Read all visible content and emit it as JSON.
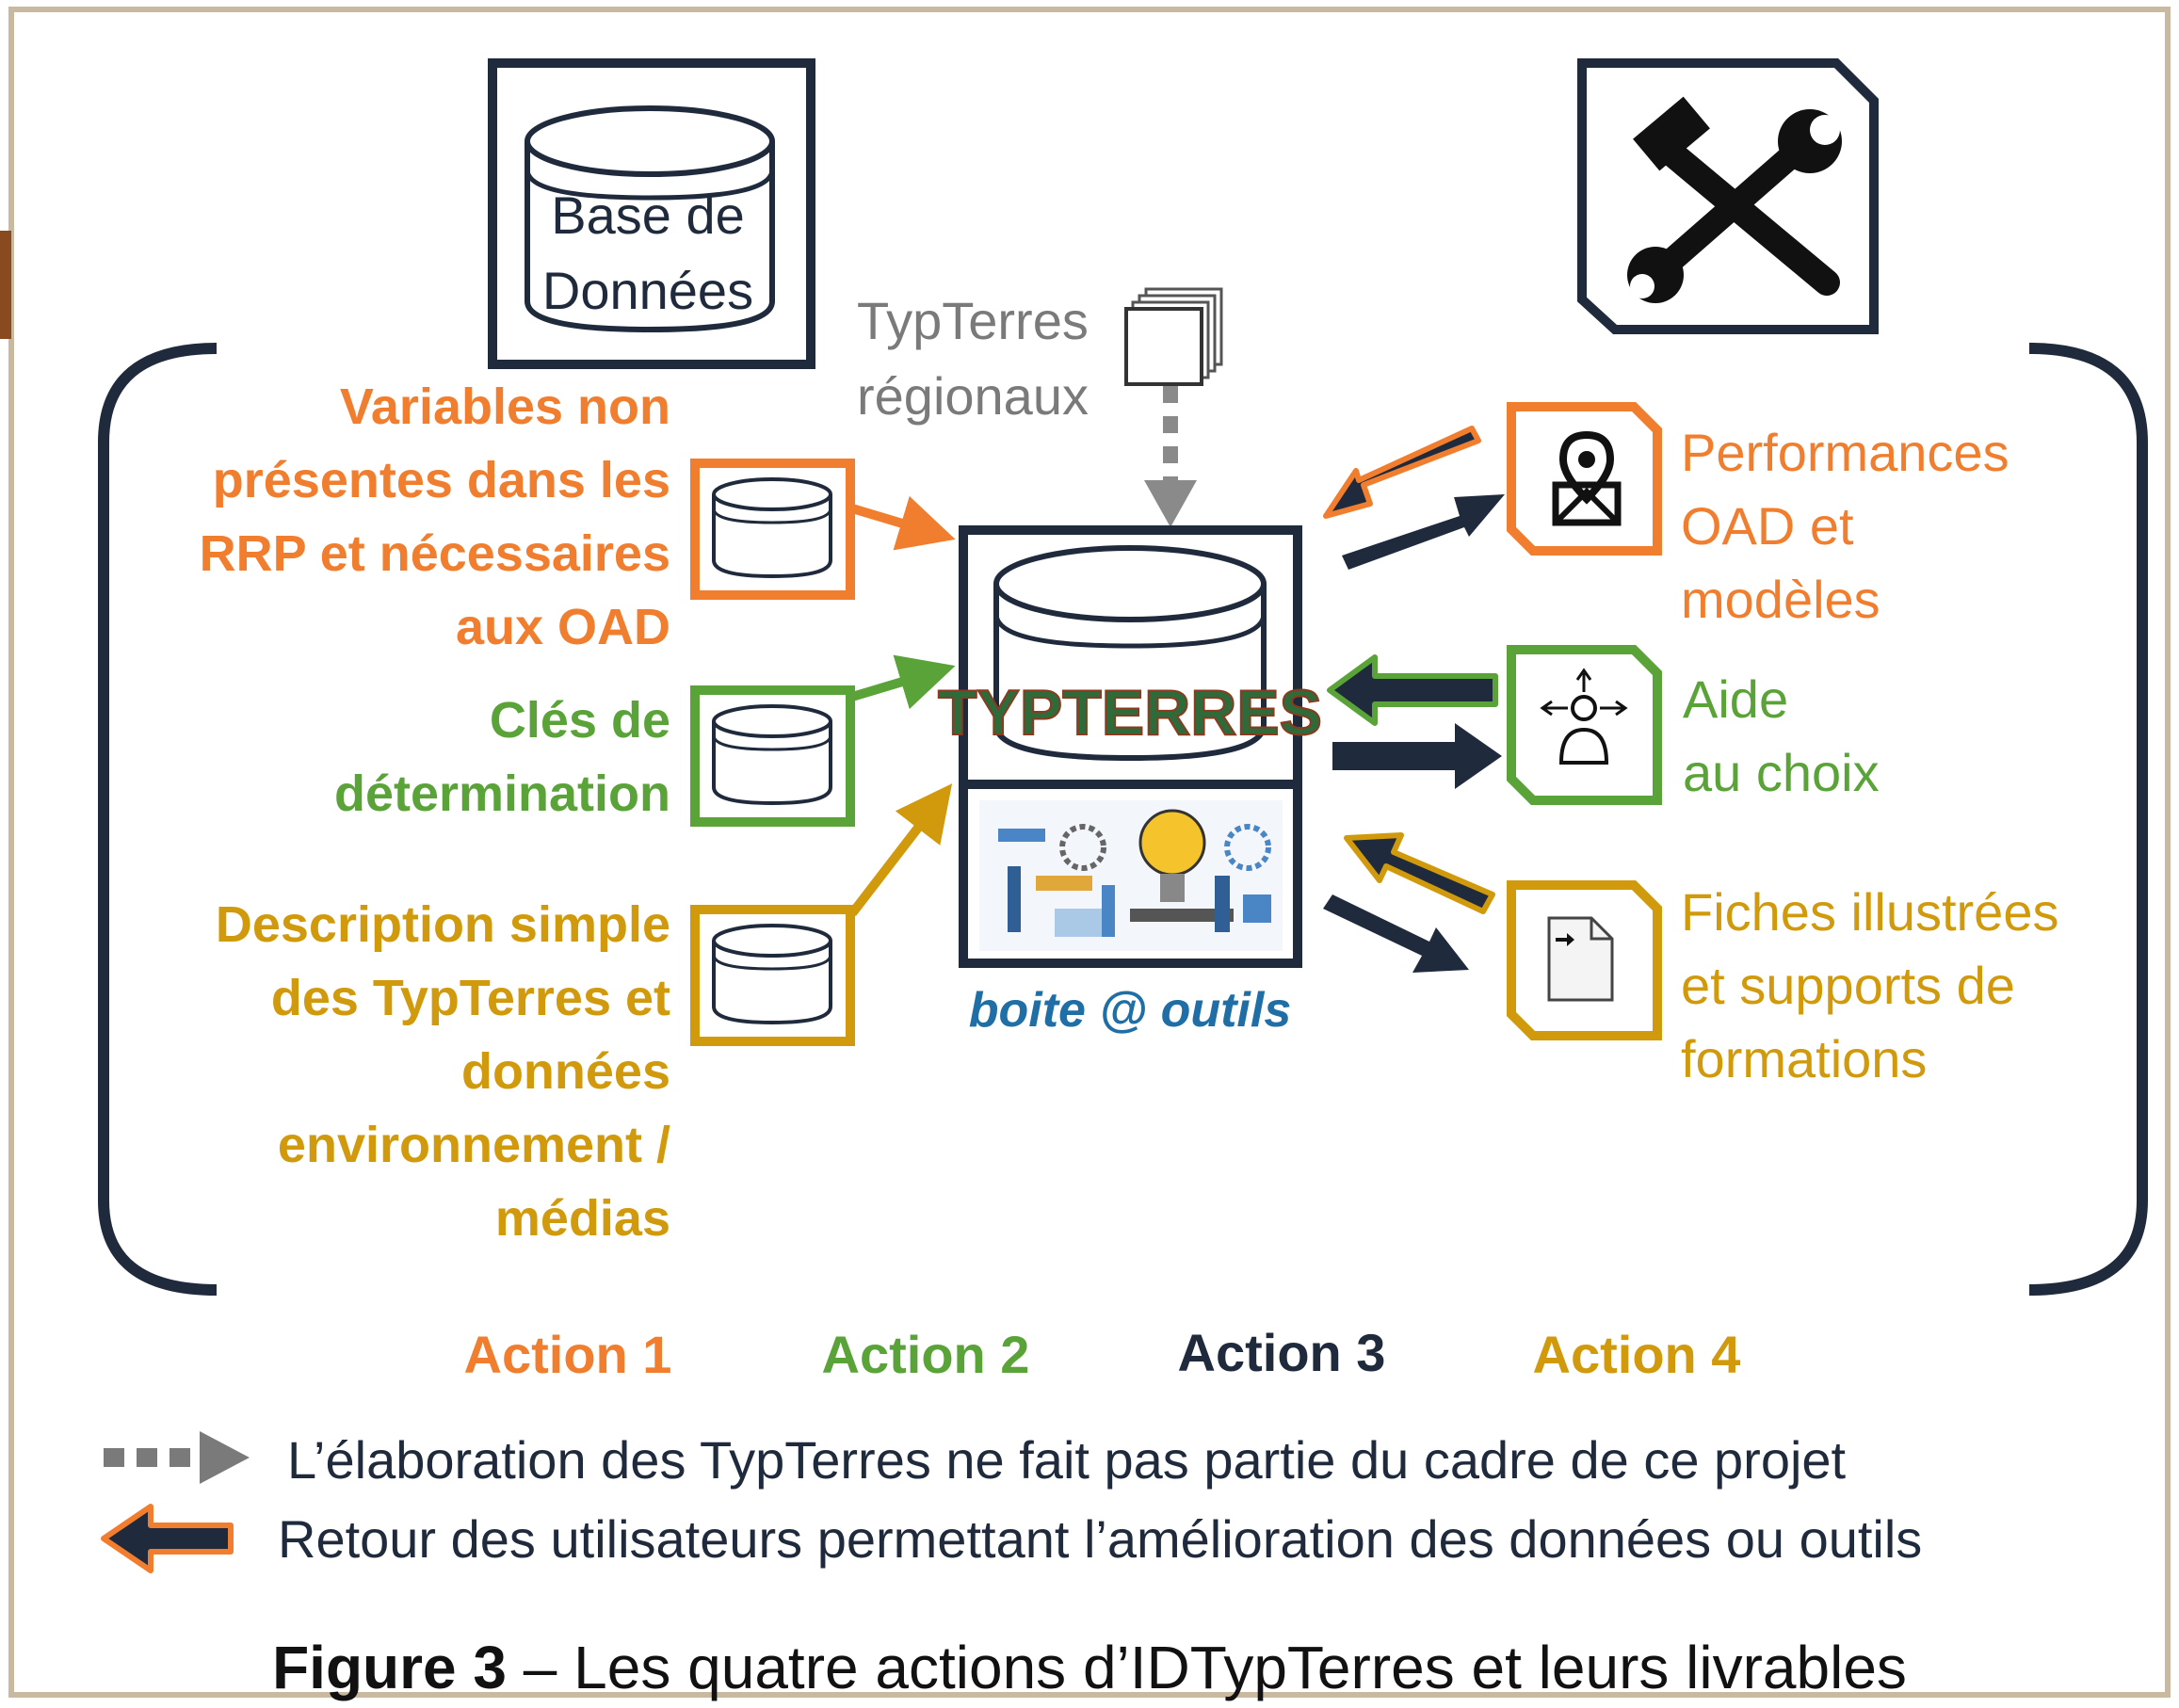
{
  "database": {
    "line1": "Base de",
    "line2": "Données"
  },
  "regional": {
    "line1": "TypTerres",
    "line2": "régionaux"
  },
  "central": {
    "logo": "TYPTERRES",
    "toolbox": "boite @ outils"
  },
  "left_items": [
    {
      "lines": [
        "Variables non",
        "présentes dans les",
        "RRP et nécessaires",
        "aux OAD"
      ],
      "color": "#f07e2e"
    },
    {
      "lines": [
        "Clés de",
        "détermination"
      ],
      "color": "#5aa338"
    },
    {
      "lines": [
        "Description simple",
        "des TypTerres et",
        "données",
        "environnement /",
        "médias"
      ],
      "color": "#d19a0c"
    }
  ],
  "right_items": [
    {
      "lines": [
        "Performances",
        "OAD et",
        "modèles"
      ],
      "color": "#f07e2e",
      "icon": "map-pin-icon"
    },
    {
      "lines": [
        "Aide",
        "au choix"
      ],
      "color": "#5aa338",
      "icon": "person-choice-icon"
    },
    {
      "lines": [
        "Fiches illustrées",
        "et supports de",
        "formations"
      ],
      "color": "#d19a0c",
      "icon": "document-icon"
    }
  ],
  "actions": [
    {
      "label": "Action 1",
      "color": "#f07e2e"
    },
    {
      "label": "Action 2",
      "color": "#5aa338"
    },
    {
      "label": "Action 3",
      "color": "#1f2a3c"
    },
    {
      "label": "Action 4",
      "color": "#d19a0c"
    }
  ],
  "legend": {
    "dashed": "L’élaboration des TypTerres ne fait pas partie du cadre de ce projet",
    "feedback": "Retour des utilisateurs permettant l’amélioration des données ou outils"
  },
  "caption": {
    "bold": "Figure 3",
    "rest": " – Les quatre actions d’IDTypTerres et leurs livrables"
  },
  "colors": {
    "navy": "#1f2a3c",
    "orange": "#f07e2e",
    "green": "#5aa338",
    "gold": "#d19a0c",
    "gray": "#8a8a8a"
  }
}
